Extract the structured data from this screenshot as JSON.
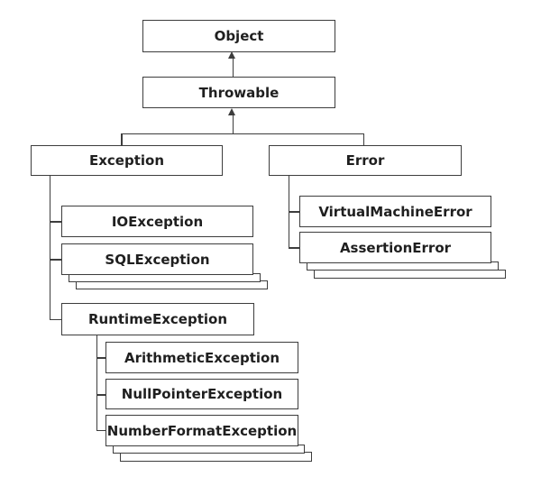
{
  "diagram": {
    "description": "class hierarchy diagram",
    "colors": {
      "background": "#ffffff",
      "border": "#3d3d3d",
      "text": "#1f1f1f"
    },
    "nodes": {
      "object": {
        "label": "Object"
      },
      "throwable": {
        "label": "Throwable"
      },
      "exception": {
        "label": "Exception"
      },
      "error": {
        "label": "Error"
      },
      "ioexception": {
        "label": "IOException"
      },
      "sqlexception": {
        "label": "SQLException"
      },
      "runtimeexception": {
        "label": "RuntimeException"
      },
      "arithmeticexception": {
        "label": "ArithmeticException"
      },
      "nullpointerexception": {
        "label": "NullPointerException"
      },
      "numberformatexception": {
        "label": "NumberFormatException"
      },
      "virtualmachineerror": {
        "label": "VirtualMachineError"
      },
      "assertionerror": {
        "label": "AssertionError"
      }
    }
  }
}
